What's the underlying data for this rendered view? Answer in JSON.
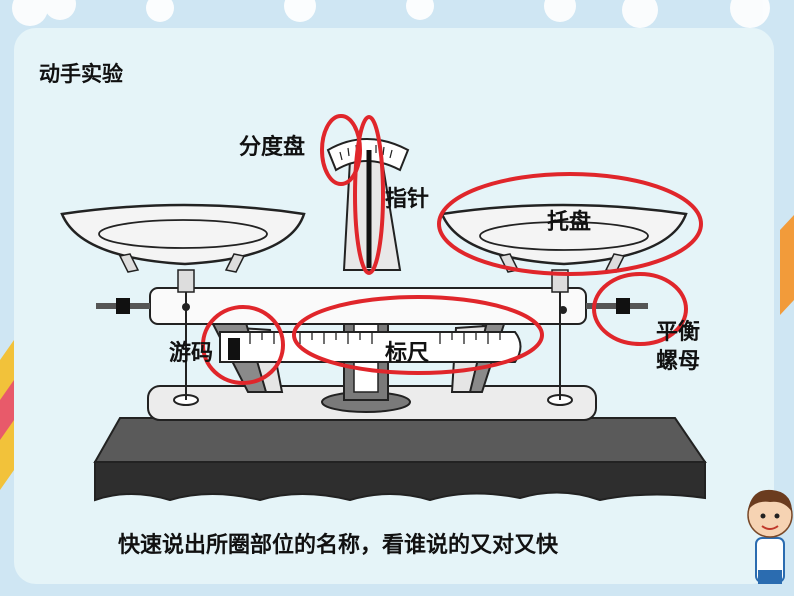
{
  "slide": {
    "title": "动手实验",
    "caption": "快速说出所圈部位的名称，看谁说的又对又快"
  },
  "labels": {
    "dial": "分度盘",
    "pointer": "指针",
    "pan": "托盘",
    "balance_nut_line1": "平衡",
    "balance_nut_line2": "螺母",
    "rider": "游码",
    "beam_scale": "标尺"
  },
  "colors": {
    "highlight": "#e0262b",
    "panel": "#e5f4f8",
    "frame": "#cfe6f3",
    "base": "#4a4a4a",
    "outline": "#222222"
  }
}
